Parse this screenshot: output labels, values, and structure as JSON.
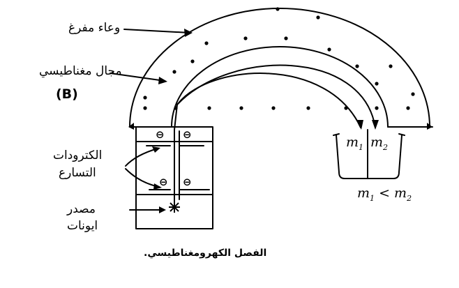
{
  "labels": {
    "vacuum_chamber": "وعاء مفرغ",
    "magnetic_field": "مجال مغناطيسي",
    "field_symbol": "(B)",
    "accelerating_electrodes_line1": "الكترودات",
    "accelerating_electrodes_line2": "التسارع",
    "ion_source_line1": "مصدر",
    "ion_source_line2": "ايونات",
    "caption": "الفصل الكهرومغناطيسي."
  },
  "ions": {
    "symbol": "⊖"
  },
  "collectors": {
    "m": "m",
    "sub1": "1",
    "sub2": "2",
    "lt": "<"
  },
  "colors": {
    "ink": "#000000",
    "background": "#ffffff"
  }
}
